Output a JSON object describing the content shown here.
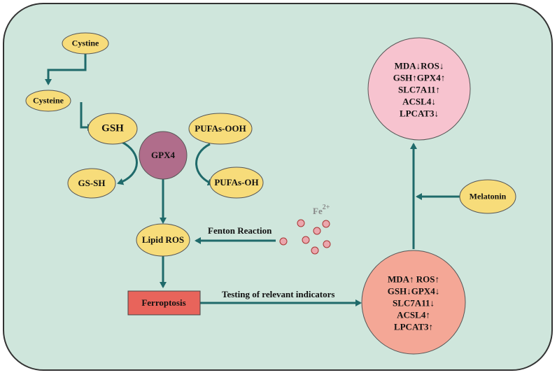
{
  "nodes": {
    "cystine": "Cystine",
    "cysteine": "Cysteine",
    "gsh": "GSH",
    "gssh": "GS-SH",
    "gpx4": "GPX4",
    "pufas_ooh": "PUFAs-OOH",
    "pufas_oh": "PUFAs-OH",
    "lipid_ros": "Lipid ROS",
    "ferroptosis": "Ferroptosis",
    "melatonin": "Melatonin"
  },
  "labels": {
    "fenton": "Fenton Reaction",
    "testing": "Testing of relevant indicators",
    "fe_base": "Fe",
    "fe_sup": "2+"
  },
  "after_treatment": [
    "MDA↓ROS↓",
    "GSH↑GPX4↑",
    "SLC7A11↑",
    "ACSL4↓",
    "LPCAT3↓"
  ],
  "before_treatment": [
    "MDA↑ ROS↑",
    "GSH↓GPX4↓",
    "SLC7A11↓",
    "ACSL4↑",
    "LPCAT3↑"
  ],
  "colors": {
    "background": "#cfe6dc",
    "node_fill": "#f7dc7a",
    "gpx4_fill": "#b06d8b",
    "arrow": "#1f6a6a",
    "ferroptosis_fill": "#e8645b",
    "after_circle": "#f7c3cf",
    "before_circle": "#f4a796",
    "iron_fill": "#eba7ad"
  }
}
